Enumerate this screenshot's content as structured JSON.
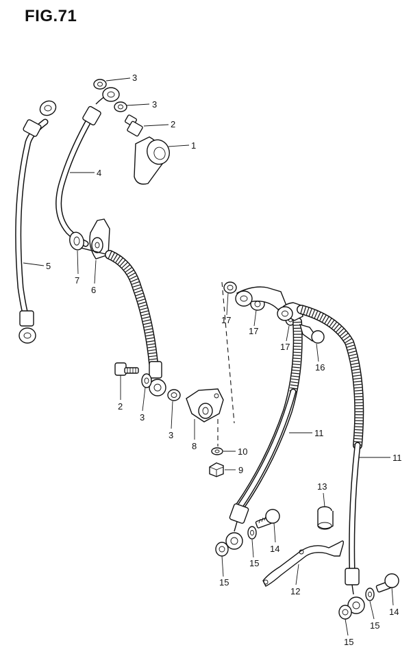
{
  "figure": {
    "title": "FIG.71"
  },
  "callouts": [
    {
      "id": "c-3a",
      "text": "3"
    },
    {
      "id": "c-3b",
      "text": "3"
    },
    {
      "id": "c-2a",
      "text": "2"
    },
    {
      "id": "c-1",
      "text": "1"
    },
    {
      "id": "c-4",
      "text": "4"
    },
    {
      "id": "c-5",
      "text": "5"
    },
    {
      "id": "c-7",
      "text": "7"
    },
    {
      "id": "c-6",
      "text": "6"
    },
    {
      "id": "c-17a",
      "text": "17"
    },
    {
      "id": "c-17b",
      "text": "17"
    },
    {
      "id": "c-17c",
      "text": "17"
    },
    {
      "id": "c-16",
      "text": "16"
    },
    {
      "id": "c-2b",
      "text": "2"
    },
    {
      "id": "c-3c",
      "text": "3"
    },
    {
      "id": "c-3d",
      "text": "3"
    },
    {
      "id": "c-8",
      "text": "8"
    },
    {
      "id": "c-10",
      "text": "10"
    },
    {
      "id": "c-9",
      "text": "9"
    },
    {
      "id": "c-11a",
      "text": "11"
    },
    {
      "id": "c-11b",
      "text": "11"
    },
    {
      "id": "c-13",
      "text": "13"
    },
    {
      "id": "c-14a",
      "text": "14"
    },
    {
      "id": "c-15a",
      "text": "15"
    },
    {
      "id": "c-15b",
      "text": "15"
    },
    {
      "id": "c-12",
      "text": "12"
    },
    {
      "id": "c-14b",
      "text": "14"
    },
    {
      "id": "c-15c",
      "text": "15"
    },
    {
      "id": "c-15d",
      "text": "15"
    }
  ]
}
